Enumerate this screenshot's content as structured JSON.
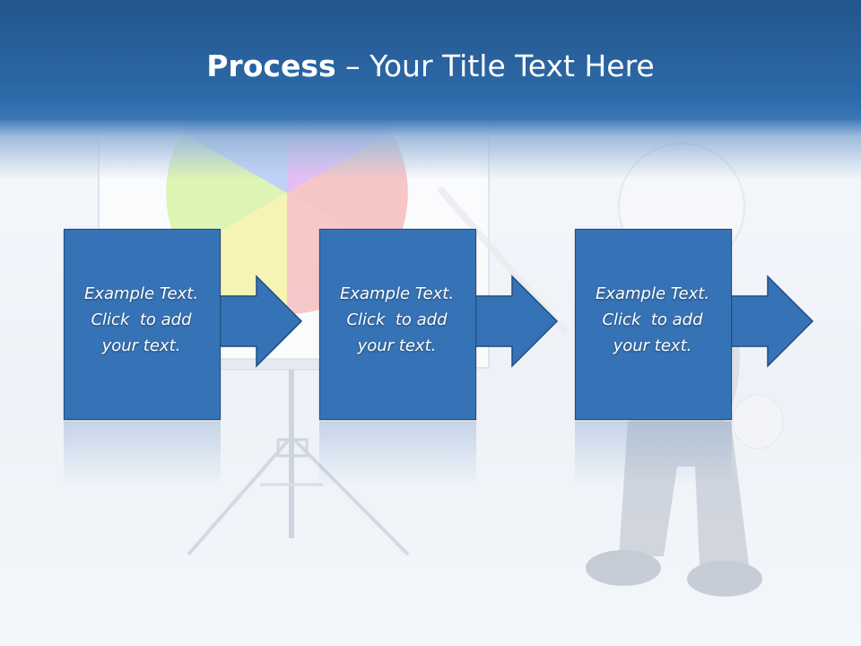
{
  "slide": {
    "title_bold": "Process",
    "title_rest": " – Your Title Text Here"
  },
  "steps": [
    {
      "line1": "Example Text.",
      "line2": "Click  to add",
      "line3": "your text."
    },
    {
      "line1": "Example Text.",
      "line2": "Click  to add",
      "line3": "your text."
    },
    {
      "line1": "Example Text.",
      "line2": "Click  to add",
      "line3": "your text."
    }
  ],
  "colors": {
    "header_blue": "#2d6aa9",
    "box_blue": "#3673b6",
    "box_border": "#1e4c80",
    "text": "#ffffff"
  },
  "icons": [
    "flip-chart-illustration",
    "pie-chart-illustration",
    "stick-figure-presenter-illustration",
    "arrow-right-icon"
  ]
}
